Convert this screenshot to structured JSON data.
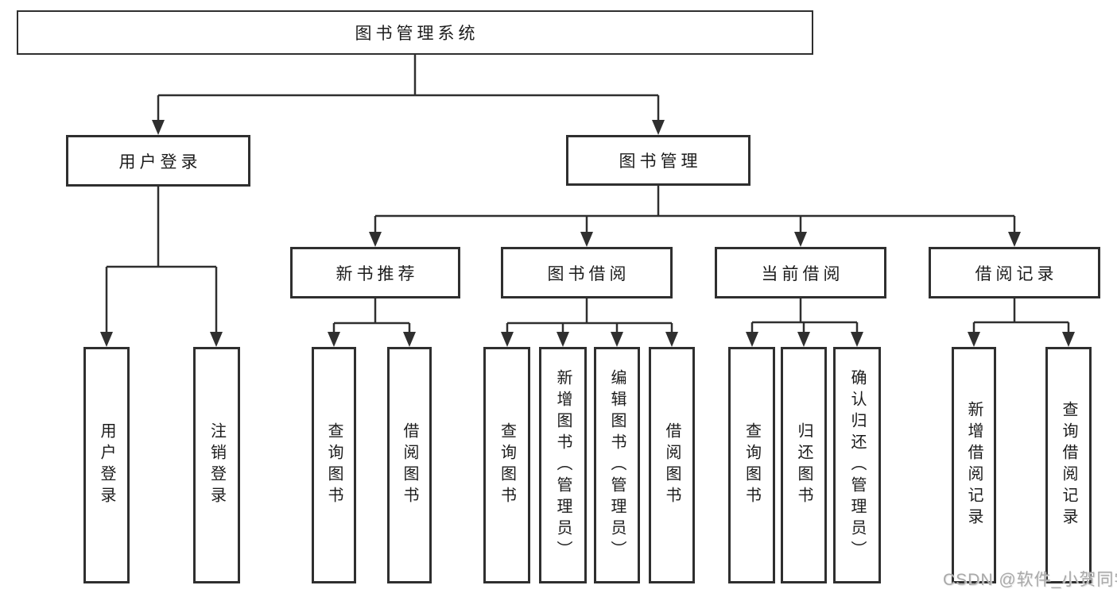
{
  "tree": {
    "root": {
      "label": "图书管理系统",
      "children": [
        {
          "label": "用户登录",
          "children": [
            {
              "label": "用户登录"
            },
            {
              "label": "注销登录"
            }
          ]
        },
        {
          "label": "图书管理",
          "children": [
            {
              "label": "新书推荐",
              "children": [
                {
                  "label": "查询图书"
                },
                {
                  "label": "借阅图书"
                }
              ]
            },
            {
              "label": "图书借阅",
              "children": [
                {
                  "label": "查询图书"
                },
                {
                  "label": "新增图书（管理员）"
                },
                {
                  "label": "编辑图书（管理员）"
                },
                {
                  "label": "借阅图书"
                }
              ]
            },
            {
              "label": "当前借阅",
              "children": [
                {
                  "label": "查询图书"
                },
                {
                  "label": "归还图书"
                },
                {
                  "label": "确认归还（管理员）"
                }
              ]
            },
            {
              "label": "借阅记录",
              "children": [
                {
                  "label": "新增借阅记录"
                },
                {
                  "label": "查询借阅记录"
                }
              ]
            }
          ]
        }
      ]
    }
  },
  "watermark": {
    "text": "CSDN @软件_小贺同学"
  },
  "colors": {
    "line": "#2f2f2f",
    "border": "#2f2f2f",
    "text": "#1c1c1c",
    "watermark": "#a9a9a9",
    "background": "#ffffff"
  }
}
